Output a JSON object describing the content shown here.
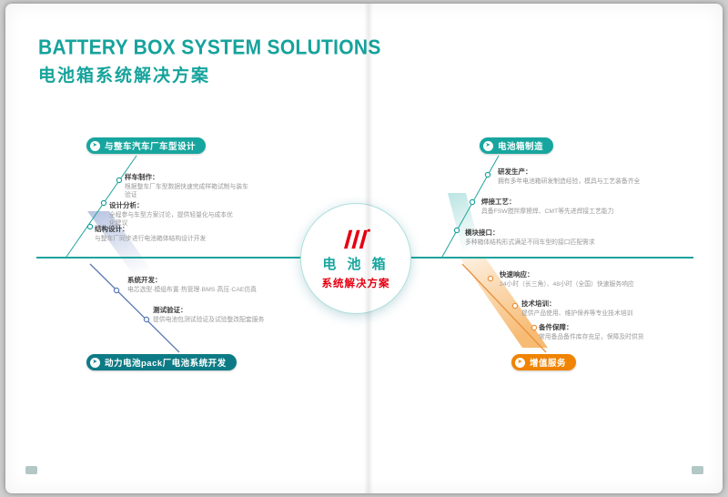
{
  "header": {
    "title_en": "BATTERY BOX SYSTEM SOLUTIONS",
    "title_zh": "电池箱系统解决方案"
  },
  "center": {
    "line1": "电 池 箱",
    "line2": "系统解决方案",
    "logo": "brand-emblem-red"
  },
  "icons": {
    "arrow": "➤"
  },
  "colors": {
    "teal": "#17a69f",
    "dark_teal": "#0d7b85",
    "orange": "#f08300",
    "red": "#e60012",
    "blue_line": "#5b79b4"
  },
  "branches": {
    "top_left": {
      "label": "与整车汽车厂车型设计",
      "items": [
        {
          "heading": "样车制作：",
          "body": "根据整车厂车型数据快速完成样箱试制与装车验证"
        },
        {
          "heading": "设计分析：",
          "body": "全程参与车型方案讨论，提供轻量化与成本优化建议"
        },
        {
          "heading": "结构设计：",
          "body": "与整车厂同步进行电池箱体结构设计开发"
        }
      ]
    },
    "top_right": {
      "label": "电池箱制造",
      "items": [
        {
          "heading": "研发生产：",
          "body": "拥有多年电池箱研发制造经验，模具与工艺装备齐全"
        },
        {
          "heading": "焊接工艺：",
          "body": "具备FSW搅拌摩擦焊、CMT等先进焊接工艺能力"
        },
        {
          "heading": "模块接口：",
          "body": "多种箱体结构形式满足不同车型的接口匹配需求"
        }
      ]
    },
    "bottom_left": {
      "label": "动力电池pack厂电池系统开发",
      "items": [
        {
          "heading": "系统开发：",
          "body": "电芯选型·模组布置·热管理·BMS·高压·CAE仿真"
        },
        {
          "heading": "测试验证：",
          "body": "提供电池包测试验证及试验整改配套服务"
        }
      ]
    },
    "bottom_right": {
      "label": "增值服务",
      "items": [
        {
          "heading": "快速响应：",
          "body": "24小时（长三角）、48小时（全国）快速服务响应"
        },
        {
          "heading": "技术培训：",
          "body": "提供产品使用、维护保养等专业技术培训"
        },
        {
          "heading": "备件保障：",
          "body": "常用备品备件库存充足，保障及时供货"
        }
      ]
    }
  }
}
